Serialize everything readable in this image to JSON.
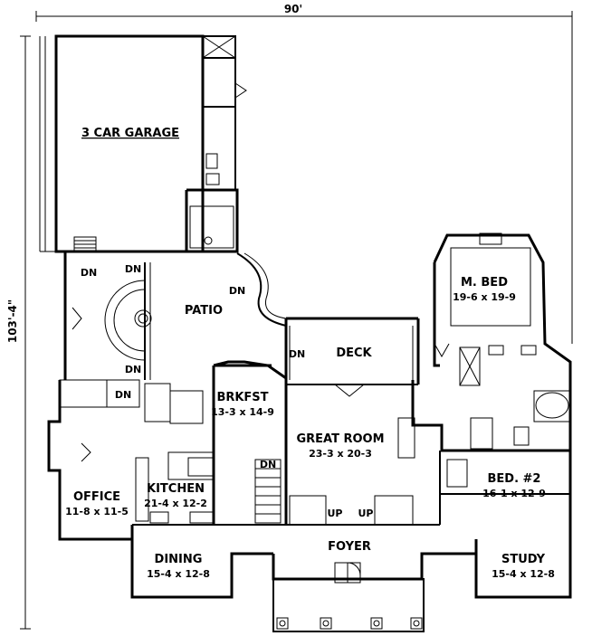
{
  "overall": {
    "width": "90'",
    "depth": "103'-4\""
  },
  "rooms": {
    "garage": {
      "name": "3 CAR GARAGE"
    },
    "patio": {
      "name": "PATIO"
    },
    "mbed": {
      "name": "M. BED",
      "size": "19-6 x 19-9"
    },
    "deck": {
      "name": "DECK"
    },
    "brkfst": {
      "name": "BRKFST",
      "size": "13-3 x 14-9"
    },
    "great": {
      "name": "GREAT ROOM",
      "size": "23-3 x 20-3"
    },
    "office": {
      "name": "OFFICE",
      "size": "11-8 x 11-5"
    },
    "kitchen": {
      "name": "KITCHEN",
      "size": "21-4 x 12-2"
    },
    "bed2": {
      "name": "BED. #2",
      "size": "16-1 x 12-9"
    },
    "foyer": {
      "name": "FOYER"
    },
    "dining": {
      "name": "DINING",
      "size": "15-4 x 12-8"
    },
    "study": {
      "name": "STUDY",
      "size": "15-4 x 12-8"
    }
  },
  "stairs": {
    "down": "DN",
    "up": "UP"
  }
}
